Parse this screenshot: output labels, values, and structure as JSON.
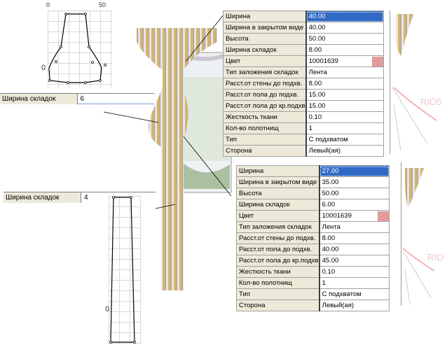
{
  "top_diagram": {
    "axis_x_start": "0",
    "axis_x_end": "50",
    "axis_y_zero": "0"
  },
  "bottom_diagram": {
    "axis_y_zero": "0"
  },
  "field_top": {
    "label": "Ширина складок",
    "value": "6"
  },
  "field_bottom": {
    "label": "Ширина складок",
    "value": "4"
  },
  "props_top": {
    "rows": [
      {
        "label": "Ширина",
        "value": "40.00"
      },
      {
        "label": "Ширина в закрытом виде",
        "value": "40.00"
      },
      {
        "label": "Высота",
        "value": "50.00"
      },
      {
        "label": "Ширина складок",
        "value": "8.00"
      },
      {
        "label": "Цвет",
        "value": "10001639"
      },
      {
        "label": "Тип заложения складок",
        "value": "Лента"
      },
      {
        "label": "Расст.от стены до подхв.",
        "value": "8.00"
      },
      {
        "label": "Расст.от пола до подхв.",
        "value": "15.00"
      },
      {
        "label": "Расст.от пола до кр.подхв",
        "value": "15.00"
      },
      {
        "label": "Жесткость ткани",
        "value": "0.10"
      },
      {
        "label": "Кол-во полотнищ",
        "value": "1"
      },
      {
        "label": "Тип",
        "value": "С подхватом"
      },
      {
        "label": "Сторона",
        "value": "Левый(ая)"
      }
    ]
  },
  "props_bottom": {
    "rows": [
      {
        "label": "Ширина",
        "value": "27.00"
      },
      {
        "label": "Ширина в закрытом виде",
        "value": "35.00"
      },
      {
        "label": "Высота",
        "value": "50.00"
      },
      {
        "label": "Ширина складок",
        "value": "6.00"
      },
      {
        "label": "Цвет",
        "value": "10001639"
      },
      {
        "label": "Тип заложения складок",
        "value": "Лента"
      },
      {
        "label": "Расст.от стены до подхв.",
        "value": "8.00"
      },
      {
        "label": "Расст.от пола до подхв.",
        "value": "40.00"
      },
      {
        "label": "Расст.от пола до кр.подхв",
        "value": "45.00"
      },
      {
        "label": "Жесткость ткани",
        "value": "0.10"
      },
      {
        "label": "Кол-во полотнищ",
        "value": "1"
      },
      {
        "label": "Тип",
        "value": "С подхватом"
      },
      {
        "label": "Сторона",
        "value": "Левый(ая)"
      }
    ]
  },
  "preview_labels": {
    "top": "RIO5",
    "bottom": "RIO"
  },
  "colors": {
    "fabric_swatch": "#e39a9a",
    "selection": "#316ac5",
    "label_bg": "#ece9d8"
  }
}
